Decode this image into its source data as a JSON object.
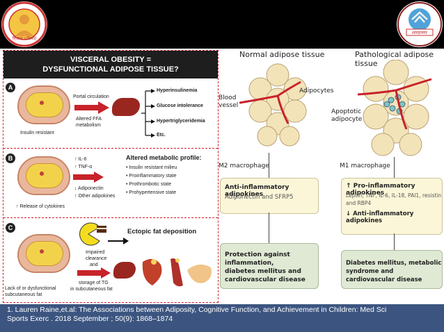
{
  "logos": {
    "left": {
      "text": "ਵਿਕਾਸ ਪਰਿਸ਼ਦ"
    },
    "right": {
      "text": "शारदानगर"
    }
  },
  "left_panel": {
    "title_line1": "VISCERAL OBESITY =",
    "title_line2": "DYSFUNCTIONAL ADIPOSE TISSUE?",
    "section_a": {
      "badge": "A",
      "portal": "Portal circulation",
      "ffa": "Altered FFA",
      "ffa2": "metabolism",
      "outcomes": [
        "Hyperinsulinemia",
        "Glucose intolerance",
        "Hypertriglyceridemia",
        "Etc."
      ],
      "caption": "Insulin resistant"
    },
    "section_b": {
      "badge": "B",
      "markers": [
        "↑ IL-6",
        "↑ TNF-α",
        "↓ Adiponectin",
        "↑ Other adipokines"
      ],
      "profile_title": "Altered metabolic profile:",
      "profile_items": [
        "• Insulin resistant milieu",
        "• Proinflammatory state",
        "• Prothrombotic state",
        "• Prohypertensive state"
      ],
      "caption": "↑ Release of cytokines"
    },
    "section_c": {
      "badge": "C",
      "title": "Ectopic fat deposition",
      "impaired": [
        "Impaired",
        "clearance",
        "and"
      ],
      "storage": [
        "storage of TG",
        "in subcutaneous fat"
      ],
      "caption": [
        "Lack of or dysfunctional",
        "subcutaneous fat"
      ]
    }
  },
  "right_panel": {
    "normal_title": "Normal adipose tissue",
    "patho_title": "Pathological adipose tissue",
    "blood_vessel": [
      "Blood",
      "vessel"
    ],
    "adipocytes": "Adipocytes",
    "apoptotic": [
      "Apoptotic",
      "adipocyte"
    ],
    "m2": "M2 macrophage",
    "m1": "M1 macrophage",
    "anti_box": {
      "title": "Anti-inflammatory adipokines",
      "body": "Adiponectin and SFRP5"
    },
    "pro_box": {
      "title": "↑ Pro-inflammatory adipokines",
      "body": [
        "Leptin, TNF, IL-6, IL-18, PAI1, resistin",
        "and RBP4"
      ],
      "title2": "↓ Anti-inflammatory adipokines"
    },
    "protect_box": [
      "Protection against inflammation,",
      "diabetes mellitus and",
      "cardiovascular disease"
    ],
    "disease_box": [
      "Diabetes mellitus, metabolic",
      "syndrome and cardiovascular disease"
    ]
  },
  "footer": {
    "citation_line1": "1.     Lauren Raine,et.al: The Associations between Adiposity, Cognitive Function, and Achievement in Children: Med Sci",
    "citation_line2": "        Sports Exerc . 2018 September ; 50(9): 1868–1874"
  }
}
